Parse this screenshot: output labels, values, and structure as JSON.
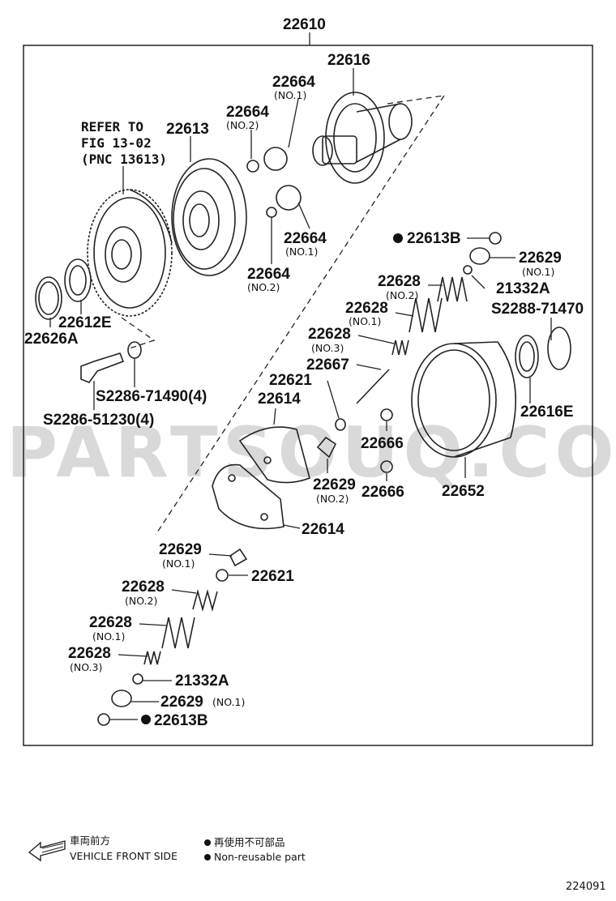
{
  "assembly_number": "22610",
  "note": [
    "REFER TO",
    "FIG 13-02",
    "(PNC 13613)"
  ],
  "labels": {
    "p22616": "22616",
    "p22664_no1_top": "22664",
    "p22664_no1_top_sub": "(NO.1)",
    "p22664_no2_top": "22664",
    "p22664_no2_top_sub": "(NO.2)",
    "p22613": "22613",
    "p22664_no1_mid": "22664",
    "p22664_no1_mid_sub": "(NO.1)",
    "p22664_no2_mid": "22664",
    "p22664_no2_mid_sub": "(NO.2)",
    "p22612E": "22612E",
    "p22626A": "22626A",
    "s71490": "S2286-71490(4)",
    "s51230": "S2286-51230(4)",
    "p22613B_top": "22613B",
    "p22629_no1_top": "22629",
    "p22629_no1_top_sub": "(NO.1)",
    "p21332A_top": "21332A",
    "s71470": "S2288-71470",
    "p22628_no2_top": "22628",
    "p22628_no2_top_sub": "(NO.2)",
    "p22628_no1_top": "22628",
    "p22628_no1_top_sub": "(NO.1)",
    "p22628_no3_top": "22628",
    "p22628_no3_top_sub": "(NO.3)",
    "p22667": "22667",
    "p22621_top": "22621",
    "p22614_top": "22614",
    "p22616E": "22616E",
    "p22666_a": "22666",
    "p22666_b": "22666",
    "p22629_no2": "22629",
    "p22629_no2_sub": "(NO.2)",
    "p22652": "22652",
    "p22614_bot": "22614",
    "p22629_no1_bot": "22629",
    "p22629_no1_bot_sub": "(NO.1)",
    "p22621_bot": "22621",
    "p22628_no2_bot": "22628",
    "p22628_no2_bot_sub": "(NO.2)",
    "p22628_no1_bot": "22628",
    "p22628_no1_bot_sub": "(NO.1)",
    "p22628_no3_bot": "22628",
    "p22628_no3_bot_sub": "(NO.3)",
    "p21332A_bot": "21332A",
    "p22629_no1_last": "22629",
    "p22629_no1_last_sub": "(NO.1)",
    "p22613B_bot": "22613B"
  },
  "watermark": "PARTSOUQ.COM",
  "legend": {
    "front_jp": "車両前方",
    "front_en": "VEHICLE FRONT SIDE",
    "nonreuse_jp": "再使用不可部品",
    "nonreuse_en": "Non-reusable part"
  },
  "figure_id": "224091"
}
